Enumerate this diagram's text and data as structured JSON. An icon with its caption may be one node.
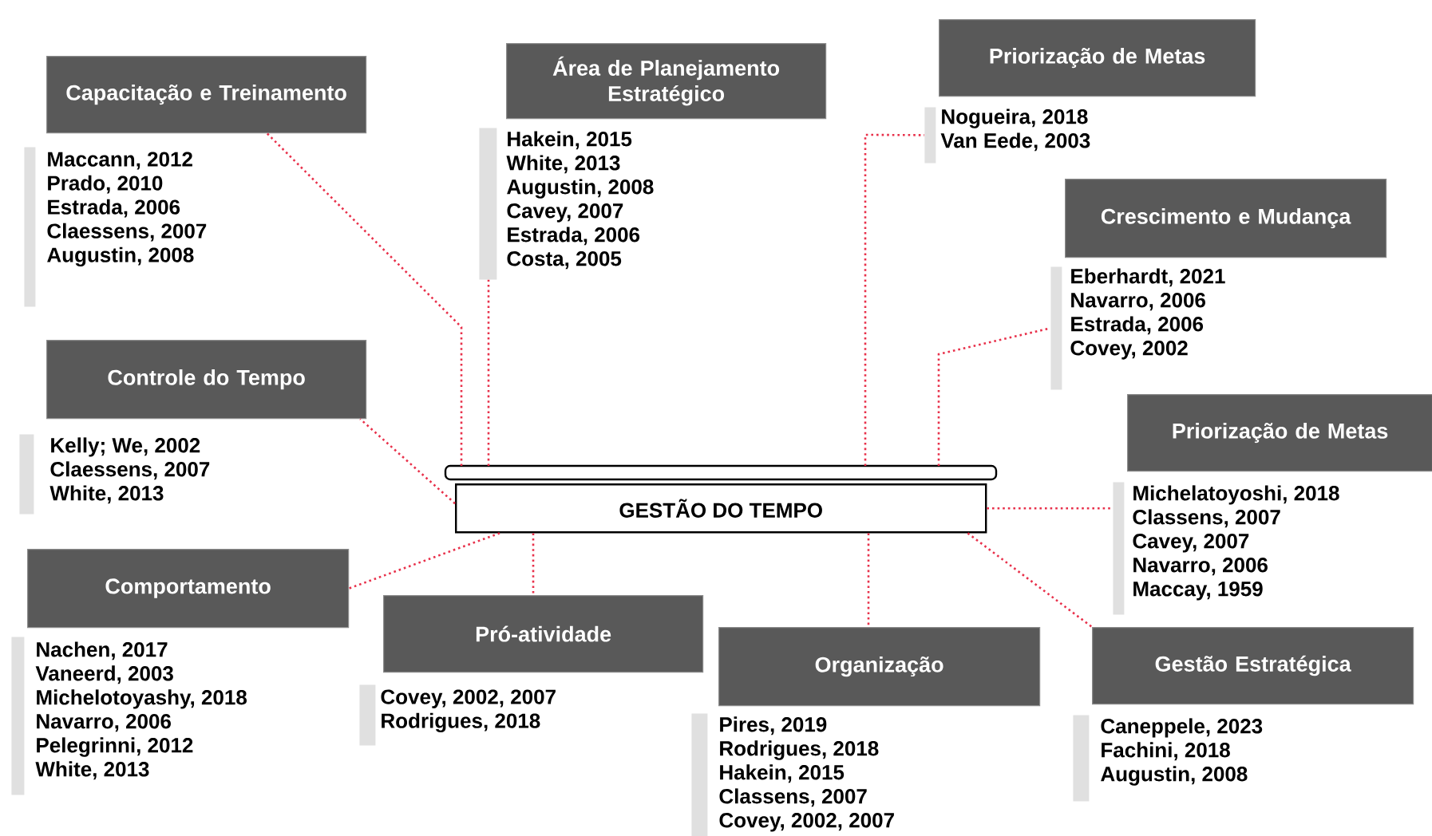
{
  "diagram": {
    "nodes": [
      {
        "text": [
          "GESTÃO DO TEMPO"
        ]
      },
      {
        "text": [
          "Capacitação e Treinamento",
          "Maccann, 2012",
          "Prado, 2010",
          "Estrada, 2006",
          "Claessens, 2007",
          "Augustin, 2008"
        ]
      },
      {
        "text": [
          "Área de Planejamento Estratégico",
          "Hakein, 2015",
          "White, 2013",
          "Augustin, 2008",
          "Cavey, 2007",
          "Estrada, 2006",
          "Costa, 2005"
        ]
      },
      {
        "text": [
          "Priorização de Metas",
          "Nogueira, 2018",
          "Van Eede, 2003"
        ]
      },
      {
        "text": [
          "Crescimento e Mudança",
          "Eberhardt, 2021",
          "Navarro, 2006",
          "Estrada, 2006",
          "Covey, 2002"
        ]
      },
      {
        "text": [
          "Controle do Tempo",
          "Kelly; We, 2002",
          "Claessens, 2007",
          "White, 2013"
        ]
      },
      {
        "text": [
          "Priorização de Metas",
          "Michelatoyoshi, 2018",
          "Classens, 2007",
          "Cavey, 2007",
          "Navarro, 2006",
          "Maccay, 1959"
        ]
      },
      {
        "text": [
          "Comportamento",
          "Nachen, 2017",
          "Vaneerd, 2003",
          "Michelotoyashy, 2018",
          "Navarro, 2006",
          "Pelegrinni, 2012",
          "White, 2013"
        ]
      },
      {
        "text": [
          "Pró-atividade",
          "Covey, 2002, 2007",
          "Rodrigues, 2018"
        ]
      },
      {
        "text": [
          "Organização",
          "Pires, 2019",
          "Rodrigues, 2018",
          "Hakein, 2015",
          "Classens, 2007",
          "Covey, 2002, 2007"
        ]
      },
      {
        "text": [
          "Gestão Estratégica",
          "Caneppele, 2023",
          "Fachini, 2018",
          "Augustin, 2008"
        ]
      }
    ],
    "edges": [
      {
        "from": 0,
        "to": 1,
        "arrow": "none"
      },
      {
        "from": 0,
        "to": 2,
        "arrow": "none"
      },
      {
        "from": 0,
        "to": 3,
        "arrow": "none"
      },
      {
        "from": 0,
        "to": 4,
        "arrow": "none"
      },
      {
        "from": 0,
        "to": 5,
        "arrow": "none"
      },
      {
        "from": 0,
        "to": 6,
        "arrow": "none"
      },
      {
        "from": 0,
        "to": 7,
        "arrow": "none"
      },
      {
        "from": 0,
        "to": 8,
        "arrow": "none"
      },
      {
        "from": 0,
        "to": 9,
        "arrow": "none"
      },
      {
        "from": 0,
        "to": 10,
        "arrow": "none"
      }
    ]
  }
}
